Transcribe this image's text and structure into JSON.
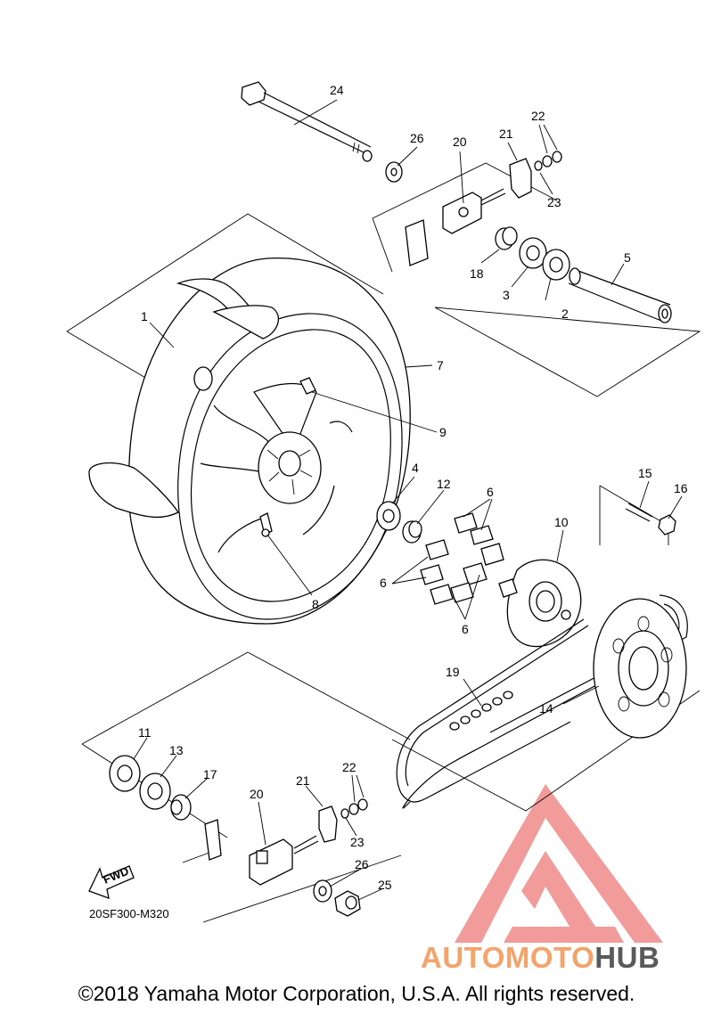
{
  "diagram_code": "20SF300-M320",
  "copyright": "©2018 Yamaha Motor Corporation, U.S.A. All rights reserved.",
  "fwd_label": "FWD",
  "watermark": {
    "brand_part1": "AUTOMOTO",
    "brand_part2": "HUB",
    "color_accent": "#f2a46b",
    "color_dark": "#5a5a5a",
    "color_logo": "#f08a8a"
  },
  "callouts": {
    "c1": "1",
    "c2": "2",
    "c3": "3",
    "c4": "4",
    "c5": "5",
    "c6a": "6",
    "c6b": "6",
    "c6c": "6",
    "c7": "7",
    "c8": "8",
    "c9": "9",
    "c10": "10",
    "c11": "11",
    "c12": "12",
    "c13": "13",
    "c14": "14",
    "c15": "15",
    "c16": "16",
    "c17": "17",
    "c18": "18",
    "c19": "19",
    "c20a": "20",
    "c20b": "20",
    "c21a": "21",
    "c21b": "21",
    "c22a": "22",
    "c22b": "22",
    "c23a": "23",
    "c23b": "23",
    "c24": "24",
    "c25": "25",
    "c26a": "26",
    "c26b": "26"
  }
}
